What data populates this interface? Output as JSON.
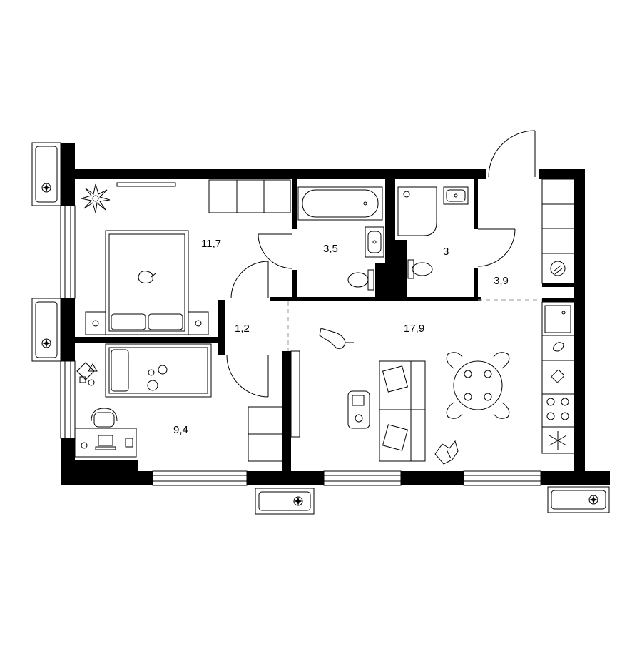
{
  "colors": {
    "wall": "#000000",
    "line": "#000000",
    "background": "#ffffff",
    "dashed": "#9a9a9a"
  },
  "rooms": {
    "bedroom": {
      "area": "11,7"
    },
    "hall": {
      "area": "1,2"
    },
    "bathroom": {
      "area": "3,5"
    },
    "toilet": {
      "area": "3"
    },
    "entrance": {
      "area": "3,9"
    },
    "living_kitchen": {
      "area": "17,9"
    },
    "kids_room": {
      "area": "9,4"
    }
  },
  "icons": [
    "bed-icon",
    "child-bed-icon",
    "sofa-icon",
    "armchair-icon",
    "dining-table-icon",
    "bathtub-icon",
    "shower-icon",
    "toilet-icon",
    "sink-icon",
    "stove-icon",
    "fridge-icon",
    "desk-icon",
    "air-conditioner-icon",
    "plant-icon",
    "cat-icon",
    "toys-icon"
  ]
}
